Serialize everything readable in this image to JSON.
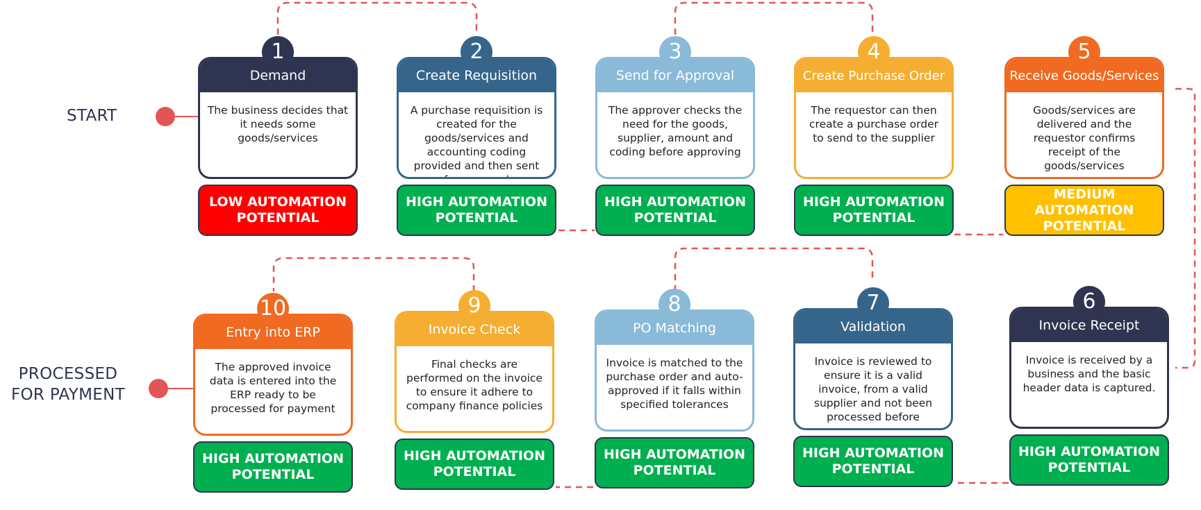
{
  "colors": {
    "connector": "#e25555",
    "navy": "#2f3450",
    "steel_blue": "#35658a",
    "light_blue": "#89bad8",
    "amber": "#f5ae32",
    "orange": "#f06a21",
    "high": "#00af50",
    "low": "#ff0000",
    "medium": "#ffc000"
  },
  "labels": {
    "start": "START",
    "end_line1": "PROCESSED",
    "end_line2": "FOR PAYMENT"
  },
  "steps": [
    {
      "number": "1",
      "title": "Demand",
      "description": "The business decides that it needs some goods/services",
      "color": "#2f3450",
      "automation": "LOW AUTOMATION POTENTIAL",
      "level": "low"
    },
    {
      "number": "2",
      "title": "Create Requisition",
      "description": "A purchase requisition is created for the goods/services and accounting coding provided and then sent for approval",
      "color": "#35658a",
      "automation": "HIGH AUTOMATION POTENTIAL",
      "level": "high"
    },
    {
      "number": "3",
      "title": "Send for Approval",
      "description": "The approver checks the need for the goods, supplier, amount and coding before approving",
      "color": "#89bad8",
      "automation": "HIGH AUTOMATION POTENTIAL",
      "level": "high"
    },
    {
      "number": "4",
      "title": "Create Purchase Order",
      "description": "The requestor can then create a purchase order to send to the supplier",
      "color": "#f5ae32",
      "automation": "HIGH AUTOMATION POTENTIAL",
      "level": "high"
    },
    {
      "number": "5",
      "title": "Receive Goods/Services",
      "description": "Goods/services are delivered and the requestor confirms receipt of the goods/services",
      "color": "#f06a21",
      "automation": "MEDIUM AUTOMATION POTENTIAL",
      "level": "medium"
    },
    {
      "number": "6",
      "title": "Invoice Receipt",
      "description": "Invoice is received by a business and the basic header data is captured.",
      "color": "#2f3450",
      "automation": "HIGH AUTOMATION POTENTIAL",
      "level": "high"
    },
    {
      "number": "7",
      "title": "Validation",
      "description": "Invoice is reviewed to ensure it is a valid invoice, from a valid supplier and not been processed before",
      "color": "#35658a",
      "automation": "HIGH AUTOMATION POTENTIAL",
      "level": "high"
    },
    {
      "number": "8",
      "title": "PO Matching",
      "description": "Invoice is matched to the purchase order and auto-approved if it falls within specified tolerances",
      "color": "#89bad8",
      "automation": "HIGH AUTOMATION POTENTIAL",
      "level": "high"
    },
    {
      "number": "9",
      "title": "Invoice Check",
      "description": "Final checks are performed on the invoice to ensure it adhere to company finance policies",
      "color": "#f5ae32",
      "automation": "HIGH AUTOMATION POTENTIAL",
      "level": "high"
    },
    {
      "number": "10",
      "title": "Entry into ERP",
      "description": "The approved invoice data is entered into the ERP ready to be processed for payment",
      "color": "#f06a21",
      "automation": "HIGH AUTOMATION POTENTIAL",
      "level": "high"
    }
  ]
}
